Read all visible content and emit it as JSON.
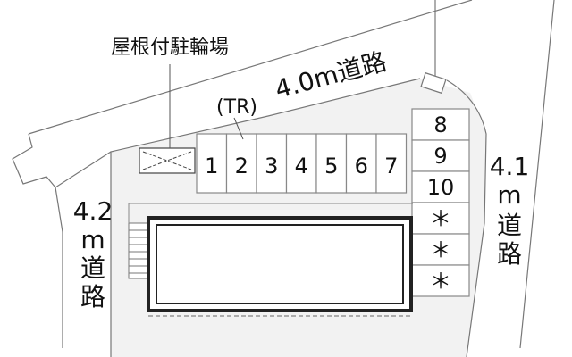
{
  "labels": {
    "bicycle_parking": "屋根付駐輪場",
    "trunk_room": "(TR)",
    "road_north": "4.0m道路",
    "road_west_width": "4.2",
    "road_west_unit": "m",
    "road_west_ch1": "道",
    "road_west_ch2": "路",
    "road_east_width": "4.1",
    "road_east_unit": "m",
    "road_east_ch1": "道",
    "road_east_ch2": "路"
  },
  "parking_row": [
    "1",
    "2",
    "3",
    "4",
    "5",
    "6",
    "7"
  ],
  "parking_column": [
    "8",
    "9",
    "10",
    "＊",
    "＊",
    "＊"
  ],
  "colors": {
    "line": "#777777",
    "building": "#222222",
    "lot": "#f2f2f2",
    "road": "#ffffff"
  }
}
